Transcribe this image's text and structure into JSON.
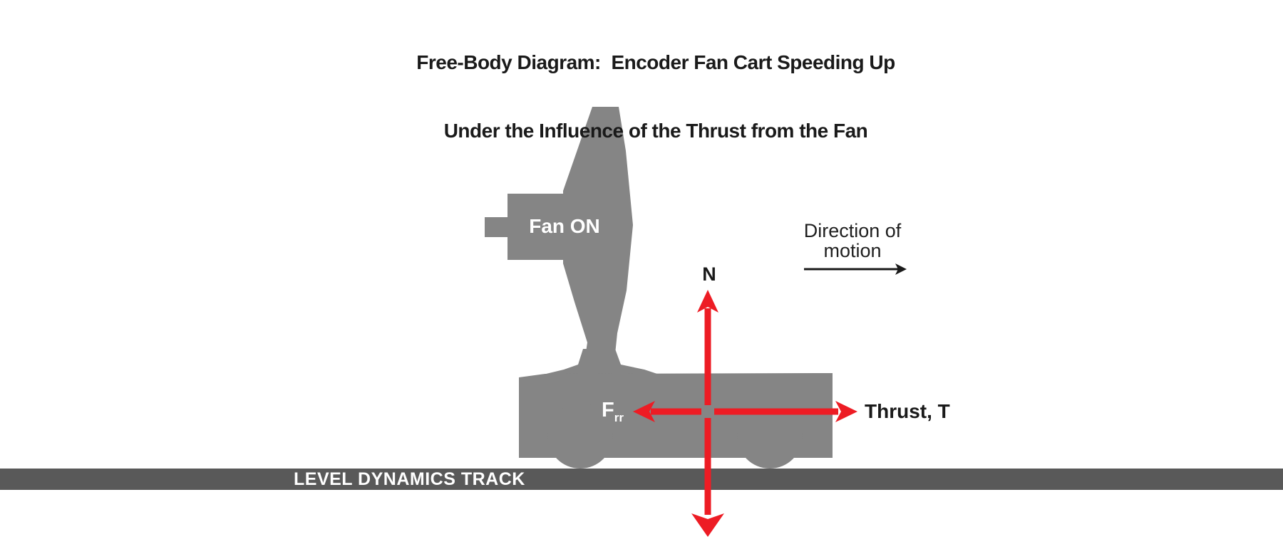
{
  "title": {
    "line1": "Free-Body Diagram:  Encoder Fan Cart Speeding Up",
    "line2": "Under the Influence of the Thrust from the Fan"
  },
  "cart": {
    "fan_label": "Fan ON"
  },
  "track": {
    "label": "LEVEL DYNAMICS TRACK"
  },
  "direction_of_motion": {
    "line1": "Direction of",
    "line2": "motion"
  },
  "forces": {
    "normal": {
      "label": "N",
      "direction": "up"
    },
    "thrust": {
      "label": "Thrust, T",
      "direction": "right"
    },
    "rolling_friction": {
      "label": "F",
      "subscript": "rr",
      "direction": "left"
    },
    "weight": {
      "direction": "down"
    }
  },
  "colors": {
    "cart_gray": "#858585",
    "track_gray": "#595959",
    "arrow_red": "#ED1C24",
    "text_black": "#1a1a1a",
    "label_white": "#ffffff"
  }
}
